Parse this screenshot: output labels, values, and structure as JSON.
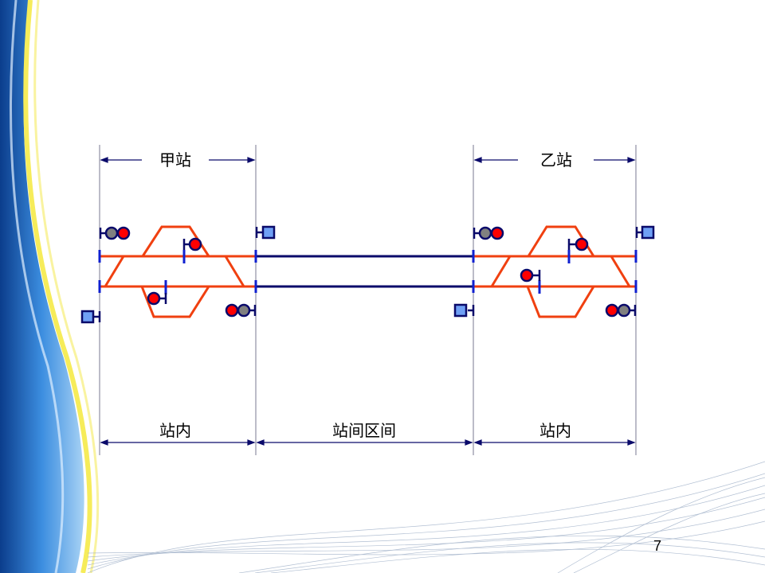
{
  "slide": {
    "page_number": "7",
    "station_a": "甲站",
    "station_b": "乙站",
    "labels": {
      "in_station_left": "站内",
      "section_between": "站间区间",
      "in_station_right": "站内"
    }
  },
  "colors": {
    "track_station": "#f04010",
    "track_section": "#0a0a6a",
    "insulation": "#1020d0",
    "signal_red": "#ff0000",
    "signal_gray": "#808080",
    "signal_blue": "#6fa0f5",
    "guide_line": "#7a7a90"
  }
}
